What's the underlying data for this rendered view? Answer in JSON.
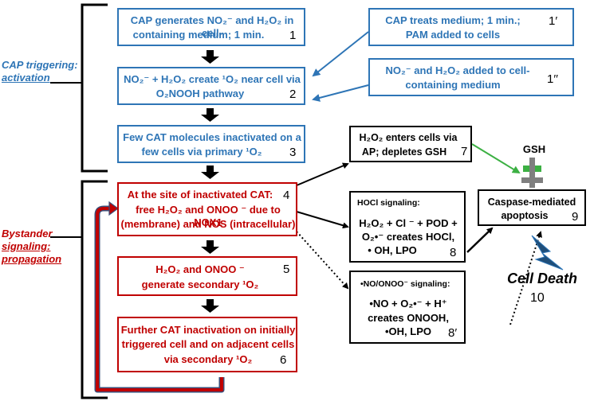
{
  "side_labels": {
    "cap_line1": "CAP triggering:",
    "cap_line2": "activation",
    "bys_line1": "Bystander",
    "bys_line2": "signaling:",
    "bys_line3": "propagation"
  },
  "boxes": {
    "b1": {
      "l1": "CAP generates NO₂⁻ and H₂O₂ in cell-",
      "l2": "containing medium; 1 min.",
      "num": "1"
    },
    "b1p": {
      "l1": "CAP treats medium; 1 min.;",
      "l2": "PAM added to cells",
      "num": "1′"
    },
    "b1pp": {
      "l1": "NO₂⁻ and H₂O₂ added to cell-",
      "l2": "containing medium",
      "num": "1′′"
    },
    "b2": {
      "l1": "NO₂⁻ + H₂O₂  create ¹O₂ near cell via",
      "l2": "O₂NOOH pathway",
      "num": "2"
    },
    "b3": {
      "l1": "Few CAT molecules inactivated on a",
      "l2": "few cells via primary ¹O₂",
      "num": "3"
    },
    "b7": {
      "l1": "H₂O₂ enters cells via",
      "l2": "AP; depletes GSH",
      "num": "7"
    },
    "b4": {
      "l1": "At the site of inactivated CAT:",
      "l2": "free H₂O₂ and ONOO ⁻ due to NOX1",
      "l3": "(membrane) and NOS (intracellular)",
      "num": "4"
    },
    "b5": {
      "l1": "H₂O₂ and ONOO ⁻",
      "l2": "generate  secondary ¹O₂",
      "num": "5"
    },
    "b6": {
      "l1": "Further CAT inactivation  on initially",
      "l2": "triggered cell and on adjacent cells",
      "l3": "via secondary ¹O₂",
      "num": "6"
    },
    "b8": {
      "header": "HOCl signaling:",
      "l1": "H₂O₂ + Cl ⁻ + POD +",
      "l2": "O₂•⁻  creates HOCl,",
      "l3": "• OH, LPO",
      "num": "8"
    },
    "b8p": {
      "header": "•NO/ONOO⁻ signaling:",
      "l1": "•NO + O₂•⁻ + H⁺",
      "l2": "creates ONOOH,",
      "l3": "•OH, LPO",
      "num": "8′"
    },
    "b9": {
      "l1": "Caspase-mediated",
      "l2": "apoptosis",
      "num": "9"
    }
  },
  "gsh_label": "GSH",
  "cell_death": {
    "label": "Cell Death",
    "num": "10"
  },
  "colors": {
    "blue": "#2e75b6",
    "red": "#c00000",
    "green": "#3cb043",
    "gray": "#7f7f7f"
  }
}
